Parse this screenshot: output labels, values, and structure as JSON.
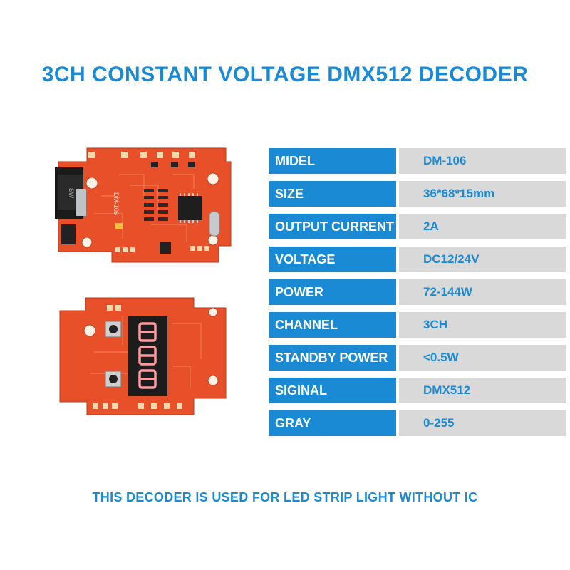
{
  "title": "3CH CONSTANT VOLTAGE DMX512 DECODER",
  "footer": "THIS DECODER IS USED FOR LED STRIP LIGHT WITHOUT IC",
  "specs": [
    {
      "label": "MIDEL",
      "value": "DM-106"
    },
    {
      "label": "SIZE",
      "value": "36*68*15mm"
    },
    {
      "label": "OUTPUT CURRENT",
      "value": "2A"
    },
    {
      "label": "VOLTAGE",
      "value": "DC12/24V"
    },
    {
      "label": "POWER",
      "value": "72-144W"
    },
    {
      "label": "CHANNEL",
      "value": "3CH"
    },
    {
      "label": "STANDBY POWER",
      "value": "<0.5W"
    },
    {
      "label": "SIGINAL",
      "value": "DMX512"
    },
    {
      "label": "GRAY",
      "value": "0-255"
    }
  ],
  "board_top": {
    "silkscreen": "DM-106",
    "capacitor": "SW"
  },
  "board_bottom": {
    "digits": "888"
  },
  "colors": {
    "accent": "#1a8ad4",
    "value_bg": "#d9d9d9",
    "pcb": "#e8502a"
  }
}
